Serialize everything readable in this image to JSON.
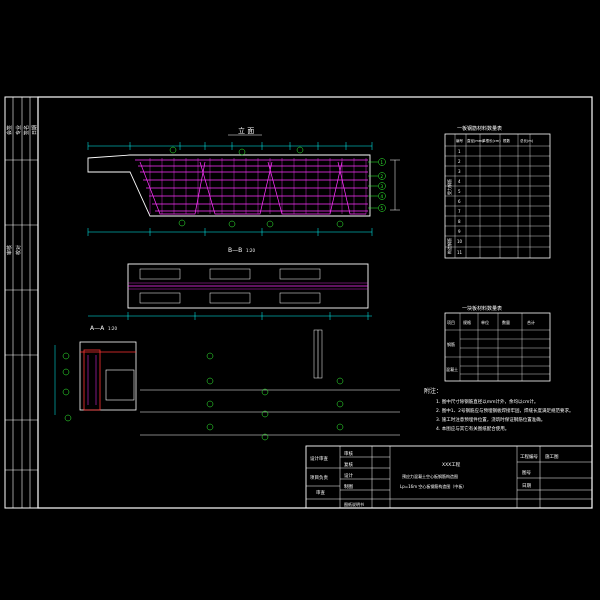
{
  "view_titles": {
    "elevation": "立 面",
    "plan": "B—B",
    "section": "A—A"
  },
  "scale_notes": {
    "plan": "1:20",
    "section": "1:20"
  },
  "table1": {
    "title": "一板钢筋材料数量表",
    "headers": [
      "编号",
      "直径(mm)",
      "单根长(cm)",
      "根数",
      "总长(m)"
    ],
    "side_groups": [
      "受力钢筋",
      "构造钢筋"
    ],
    "row_numbers": [
      "1",
      "2",
      "3",
      "4",
      "5",
      "6",
      "7",
      "8",
      "9",
      "10",
      "11"
    ]
  },
  "table2": {
    "title": "一块板材料数量表",
    "headers": [
      "项目",
      "规格",
      "单位",
      "数量",
      "合计"
    ],
    "side_labels": [
      "钢筋",
      "混凝土"
    ]
  },
  "notes": {
    "heading": "附注：",
    "lines": [
      "1. 图中尺寸除钢筋直径以mm计外，余均以cm计。",
      "2. 图中1、2号钢筋应与预埋钢板焊接牢固，焊缝长度满足规范要求。",
      "3. 施工时注意预埋件位置，浇筑时保证钢筋位置准确。",
      "4. 本图应与其它有关图纸配合使用。"
    ]
  },
  "title_block": {
    "project": "XXX工程",
    "drawing_title_1": "预应力混凝土空心板钢筋构造图",
    "drawing_title_2": "Lp=16m 空心板钢筋构造图（中板）",
    "left_labels": [
      "设计审查",
      "项目负责",
      "审查"
    ],
    "row_labels": [
      "审核",
      "复核",
      "设计",
      "制图"
    ],
    "right_labels": [
      "工程编号",
      "图号",
      "日期"
    ],
    "right_values": [
      "施工图",
      "",
      ""
    ],
    "bottom_left": "图纸说明书"
  },
  "side_strip": {
    "labels": [
      "会签",
      "专业",
      "签名",
      "日期",
      "审核",
      "校对"
    ]
  },
  "bar_labels": [
    "1",
    "2",
    "3",
    "4",
    "5",
    "6",
    "7",
    "8",
    "9",
    "10",
    "11"
  ],
  "colors": {
    "background": "#000000",
    "frame": "#ffffff",
    "rebar": "#ff33ff",
    "dimension": "#00ffff",
    "leader": "#33ff33",
    "hatch": "#ff3333"
  }
}
